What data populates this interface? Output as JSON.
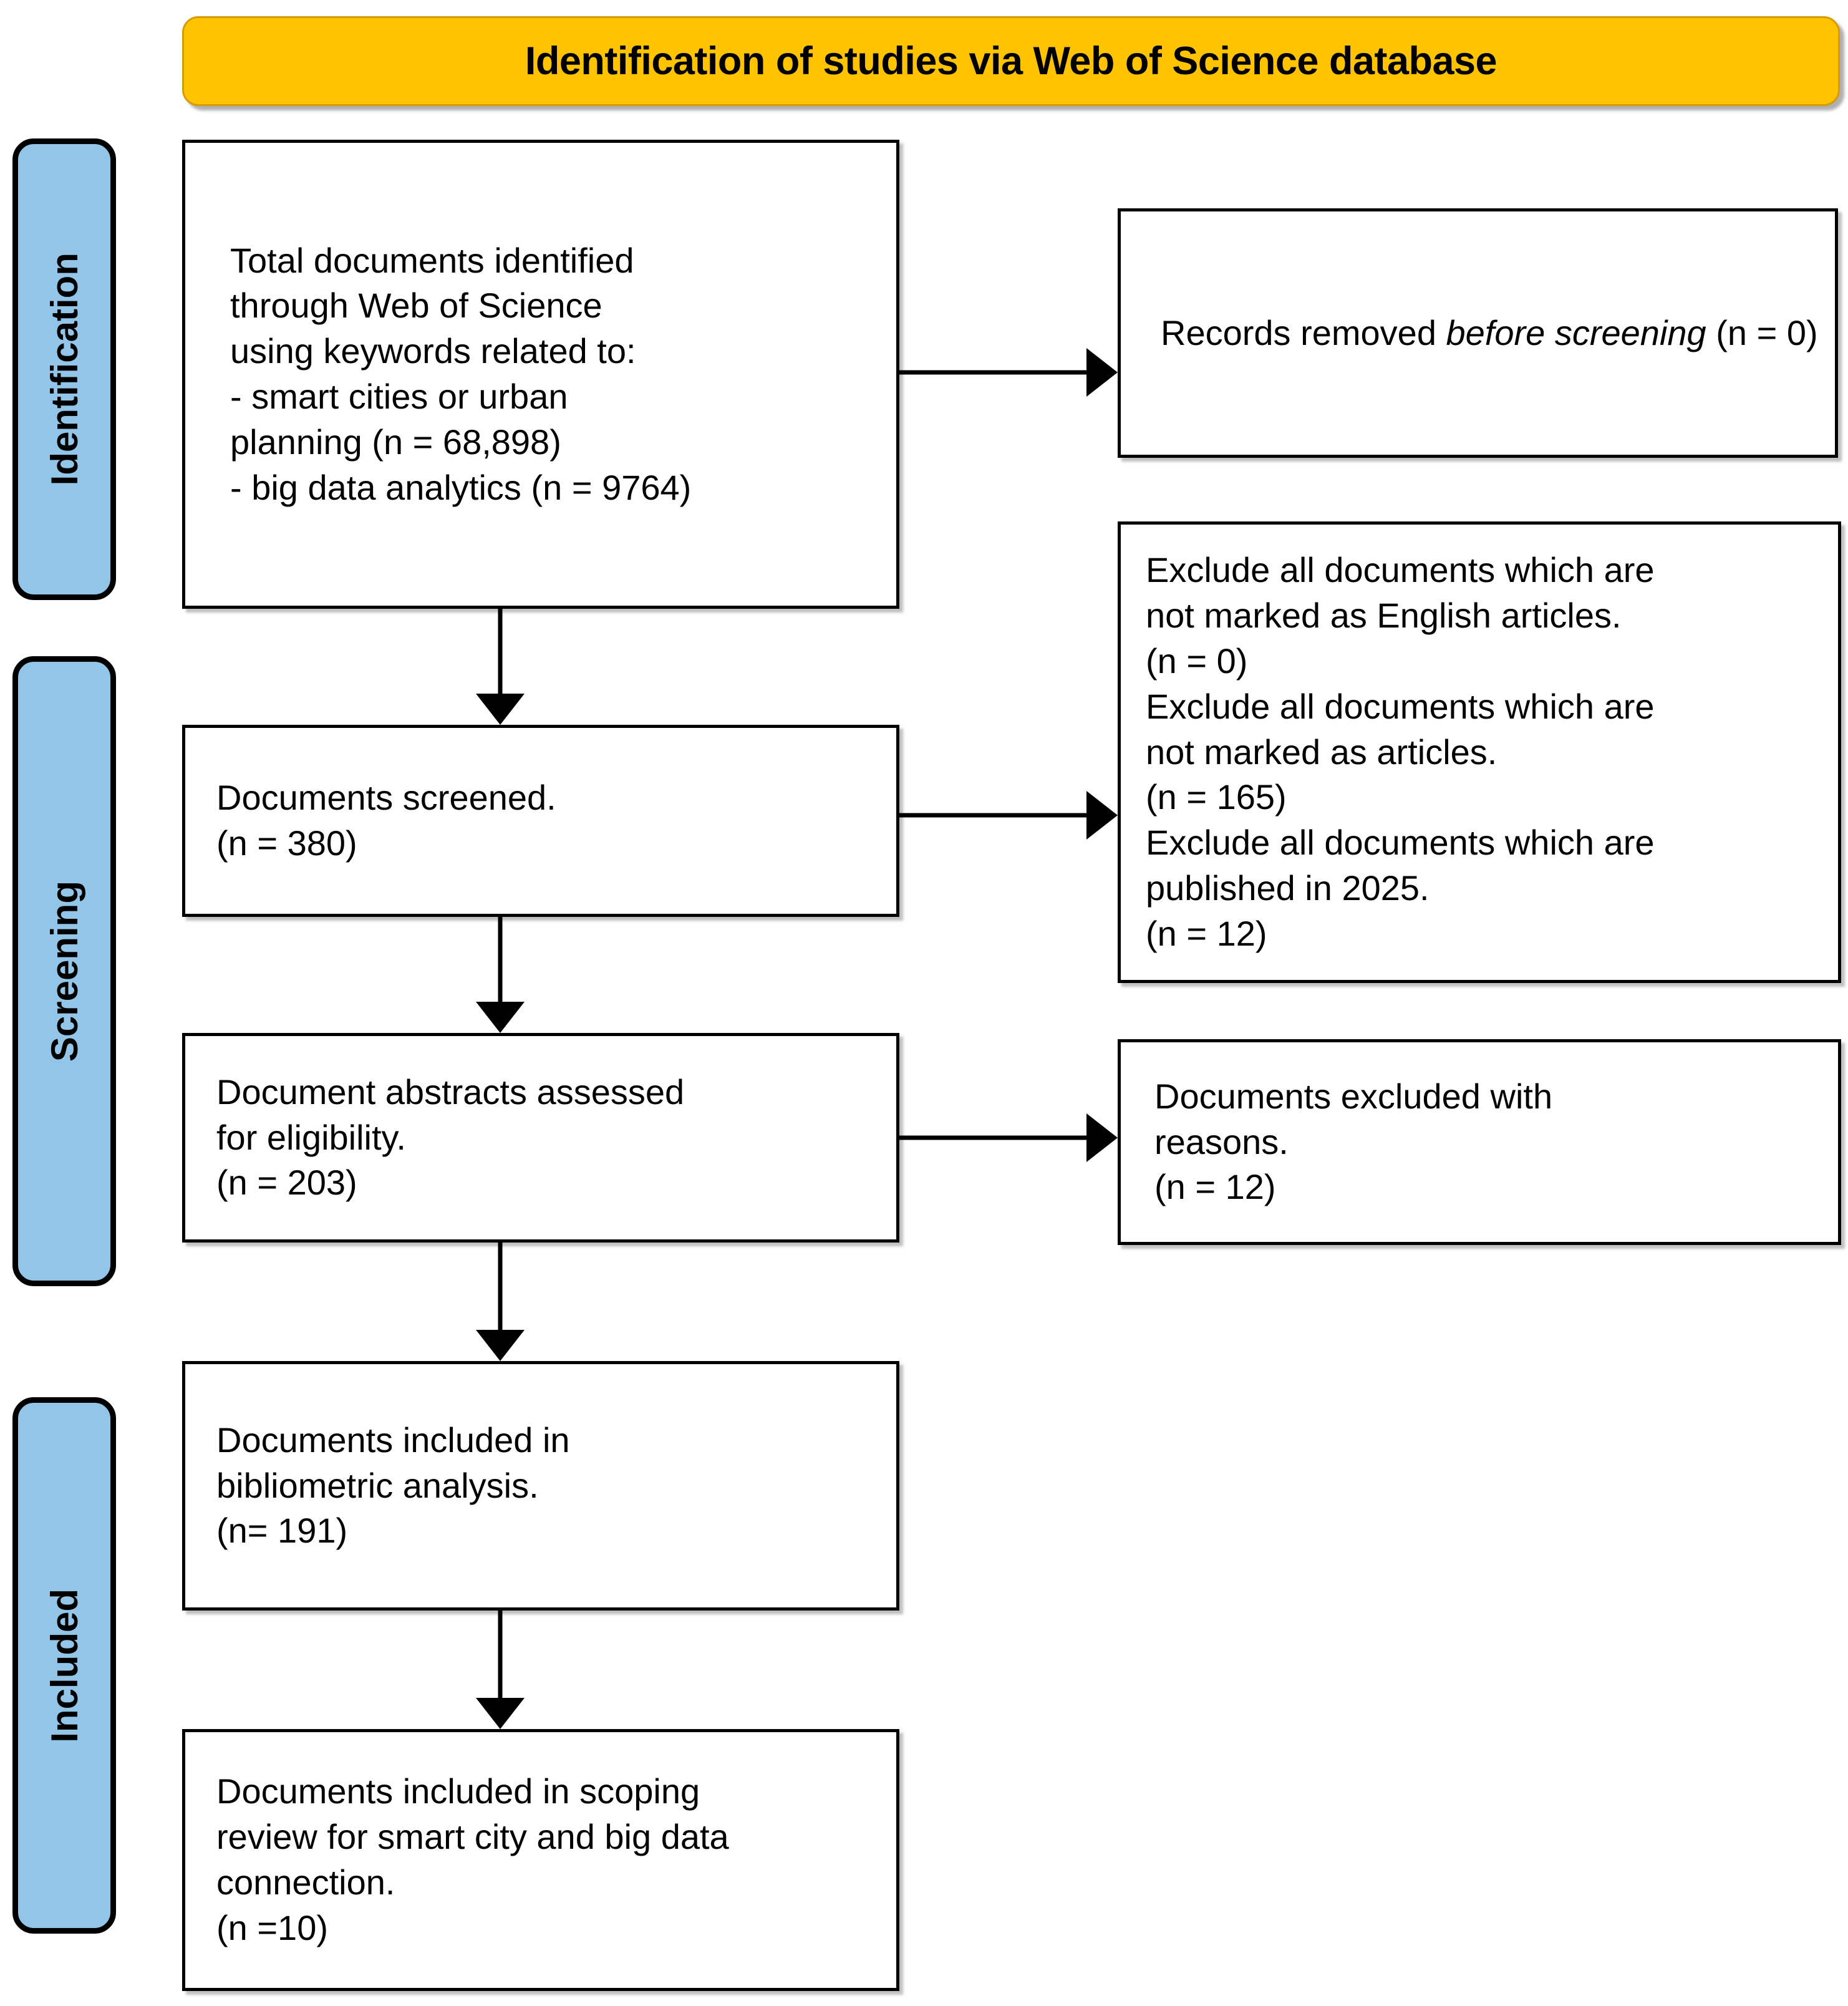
{
  "banner": {
    "title": "Identification of studies via Web of Science database",
    "background_color": "#ffc300",
    "text_color": "#000000"
  },
  "phases": {
    "accent_color": "#92c5e8",
    "items": [
      {
        "id": "identification",
        "label": "Identification"
      },
      {
        "id": "screening",
        "label": "Screening"
      },
      {
        "id": "included",
        "label": "Included"
      }
    ]
  },
  "boxes": {
    "identified": {
      "lines": [
        "Total documents identified",
        "through Web of Science",
        "using keywords related to:",
        "- smart cities or urban",
        "planning (n = 68,898)",
        "- big data analytics (n = 9764)"
      ],
      "text": "Total documents identified\nthrough Web of Science\nusing keywords related to:\n- smart cities or urban\nplanning (n = 68,898)\n- big data analytics (n = 9764)"
    },
    "removed_before": {
      "prefix": "Records removed ",
      "italic": "before screening",
      "suffix": " (n = 0)",
      "text": "Records removed before screening (n = 0)"
    },
    "exclusions": {
      "text": "Exclude all documents which are\nnot marked as English articles.\n(n = 0)\nExclude all documents which are\nnot marked as articles.\n(n = 165)\nExclude all documents which are\npublished in 2025.\n(n = 12)",
      "criteria": [
        {
          "reason": "Exclude all documents which are not marked as English articles.",
          "count": "(n = 0)"
        },
        {
          "reason": "Exclude all documents which are not marked as articles.",
          "count": "(n = 165)"
        },
        {
          "reason": "Exclude all documents which are published in 2025.",
          "count": "(n = 12)"
        }
      ]
    },
    "screened": {
      "text": "Documents screened.\n(n = 380)",
      "label": "Documents screened.",
      "count": "(n = 380)"
    },
    "abstracts": {
      "text": "Document abstracts assessed\nfor eligibility.\n(n = 203)",
      "label": "Document abstracts assessed for eligibility.",
      "count": "(n = 203)"
    },
    "excluded_reasons": {
      "text": "Documents excluded with\nreasons.\n(n = 12)",
      "label": "Documents excluded with reasons.",
      "count": "(n = 12)"
    },
    "bibliometric": {
      "text": "Documents included in\nbibliometric analysis.\n(n= 191)",
      "label": "Documents included in bibliometric analysis.",
      "count": "(n= 191)"
    },
    "scoping": {
      "text": "Documents included in scoping\nreview for smart city and big data\nconnection.\n(n =10)",
      "label": "Documents included in scoping review for smart city and big data connection.",
      "count": "(n =10)"
    }
  }
}
